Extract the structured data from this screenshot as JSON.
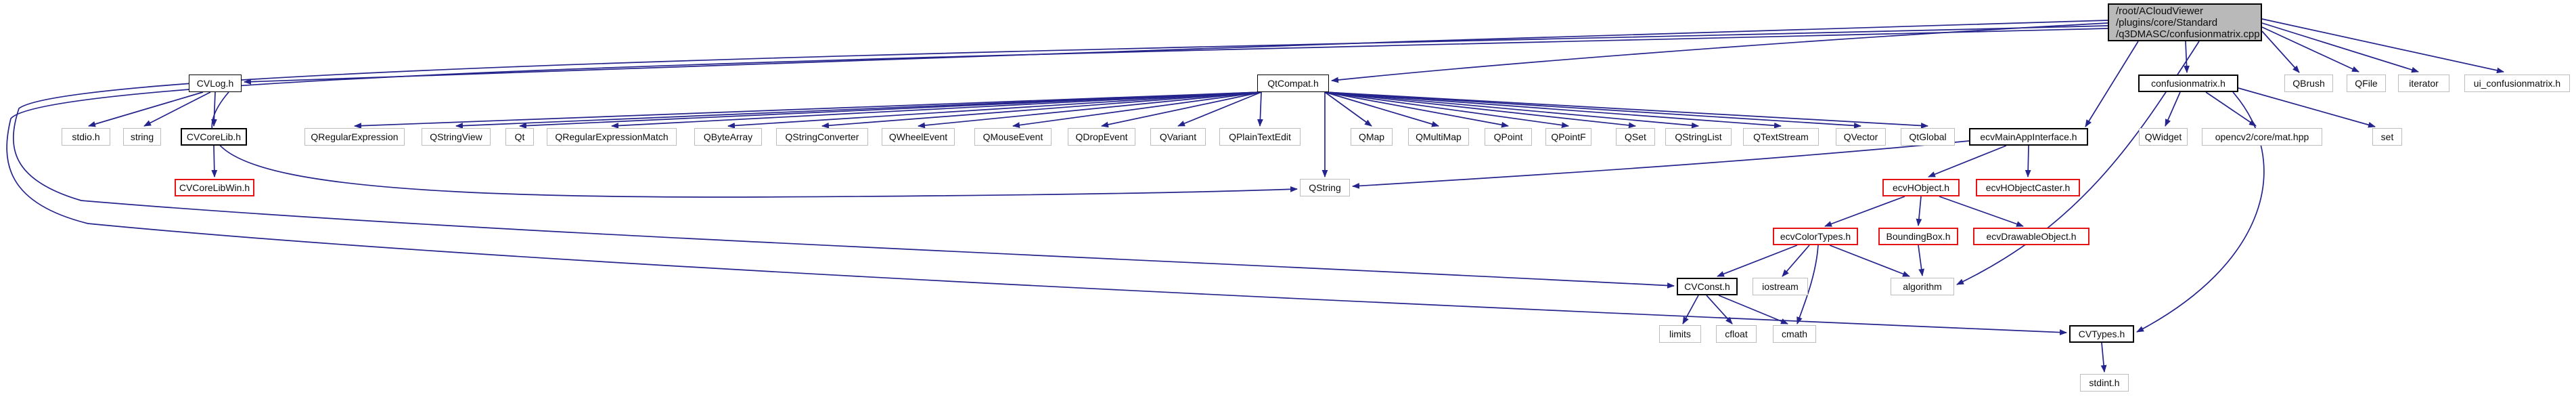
{
  "diagram": {
    "type": "include-dependency-graph",
    "colors": {
      "edge": "#24248c",
      "current_node_bg": "#b9b9b9",
      "truncated_border": "#e41414",
      "linked_border": "#000000",
      "plain_border": "#bdbdbd",
      "background": "#ffffff"
    },
    "main_node": {
      "id": "cpp",
      "lines": [
        "/root/ACloudViewer",
        "/plugins/core/Standard",
        "/q3DMASC/confusionmatrix.cpp"
      ]
    },
    "nodes": [
      {
        "id": "cvlog",
        "label": "CVLog.h",
        "style": "linked"
      },
      {
        "id": "qtcompat",
        "label": "QtCompat.h",
        "style": "linked"
      },
      {
        "id": "confh",
        "label": "confusionmatrix.h",
        "style": "linked-strong"
      },
      {
        "id": "qbrush",
        "label": "QBrush",
        "style": "plain"
      },
      {
        "id": "qfile",
        "label": "QFile",
        "style": "plain"
      },
      {
        "id": "iterator",
        "label": "iterator",
        "style": "plain"
      },
      {
        "id": "uiconf",
        "label": "ui_confusionmatrix.h",
        "style": "plain"
      },
      {
        "id": "stdio",
        "label": "stdio.h",
        "style": "plain"
      },
      {
        "id": "string",
        "label": "string",
        "style": "plain"
      },
      {
        "id": "cvcorelib",
        "label": "CVCoreLib.h",
        "style": "linked-strong"
      },
      {
        "id": "qregex",
        "label": "QRegularExpression",
        "style": "plain"
      },
      {
        "id": "qstringview",
        "label": "QStringView",
        "style": "plain"
      },
      {
        "id": "qt",
        "label": "Qt",
        "style": "plain"
      },
      {
        "id": "qregexmatch",
        "label": "QRegularExpressionMatch",
        "style": "plain"
      },
      {
        "id": "qbytearray",
        "label": "QByteArray",
        "style": "plain"
      },
      {
        "id": "qstringconverter",
        "label": "QStringConverter",
        "style": "plain"
      },
      {
        "id": "qwheelevent",
        "label": "QWheelEvent",
        "style": "plain"
      },
      {
        "id": "qmouseevent",
        "label": "QMouseEvent",
        "style": "plain"
      },
      {
        "id": "qdropevent",
        "label": "QDropEvent",
        "style": "plain"
      },
      {
        "id": "qvariant",
        "label": "QVariant",
        "style": "plain"
      },
      {
        "id": "qplaintextedit",
        "label": "QPlainTextEdit",
        "style": "plain"
      },
      {
        "id": "qmap",
        "label": "QMap",
        "style": "plain"
      },
      {
        "id": "qmultimap",
        "label": "QMultiMap",
        "style": "plain"
      },
      {
        "id": "qpoint",
        "label": "QPoint",
        "style": "plain"
      },
      {
        "id": "qpointf",
        "label": "QPointF",
        "style": "plain"
      },
      {
        "id": "qset",
        "label": "QSet",
        "style": "plain"
      },
      {
        "id": "qstringlist",
        "label": "QStringList",
        "style": "plain"
      },
      {
        "id": "qtextstream",
        "label": "QTextStream",
        "style": "plain"
      },
      {
        "id": "qvector",
        "label": "QVector",
        "style": "plain"
      },
      {
        "id": "qtglobal",
        "label": "QtGlobal",
        "style": "plain"
      },
      {
        "id": "ecvmainapp",
        "label": "ecvMainAppInterface.h",
        "style": "linked-strong"
      },
      {
        "id": "qwidget",
        "label": "QWidget",
        "style": "plain"
      },
      {
        "id": "opencv",
        "label": "opencv2/core/mat.hpp",
        "style": "plain"
      },
      {
        "id": "set",
        "label": "set",
        "style": "plain"
      },
      {
        "id": "cvcorelibwin",
        "label": "CVCoreLibWin.h",
        "style": "truncated"
      },
      {
        "id": "qstring",
        "label": "QString",
        "style": "plain"
      },
      {
        "id": "ecvhobject",
        "label": "ecvHObject.h",
        "style": "truncated"
      },
      {
        "id": "ecvhcaster",
        "label": "ecvHObjectCaster.h",
        "style": "truncated"
      },
      {
        "id": "ecvcolortypes",
        "label": "ecvColorTypes.h",
        "style": "truncated"
      },
      {
        "id": "boundingbox",
        "label": "BoundingBox.h",
        "style": "truncated"
      },
      {
        "id": "ecvdrawable",
        "label": "ecvDrawableObject.h",
        "style": "truncated"
      },
      {
        "id": "cvconst",
        "label": "CVConst.h",
        "style": "linked-strong"
      },
      {
        "id": "iostream",
        "label": "iostream",
        "style": "plain"
      },
      {
        "id": "algorithm",
        "label": "algorithm",
        "style": "plain"
      },
      {
        "id": "limits",
        "label": "limits",
        "style": "plain"
      },
      {
        "id": "cfloat",
        "label": "cfloat",
        "style": "plain"
      },
      {
        "id": "cmath",
        "label": "cmath",
        "style": "plain"
      },
      {
        "id": "cvtypes",
        "label": "CVTypes.h",
        "style": "linked-strong"
      },
      {
        "id": "stdint",
        "label": "stdint.h",
        "style": "plain"
      }
    ],
    "edges": [
      {
        "f": "cpp",
        "t": "confh"
      },
      {
        "f": "cpp",
        "t": "qbrush"
      },
      {
        "f": "cpp",
        "t": "qfile"
      },
      {
        "f": "cpp",
        "t": "iterator"
      },
      {
        "f": "cpp",
        "t": "uiconf"
      },
      {
        "f": "cpp",
        "t": "cvlog"
      },
      {
        "f": "cpp",
        "t": "qtcompat"
      },
      {
        "f": "cpp",
        "t": "ecvmainapp"
      },
      {
        "f": "cpp",
        "t": "cvconst"
      },
      {
        "f": "cpp",
        "t": "cvtypes"
      },
      {
        "f": "cpp",
        "t": "algorithm"
      },
      {
        "f": "confh",
        "t": "qwidget"
      },
      {
        "f": "confh",
        "t": "opencv"
      },
      {
        "f": "confh",
        "t": "set"
      },
      {
        "f": "confh",
        "t": "cvtypes"
      },
      {
        "f": "cvlog",
        "t": "stdio"
      },
      {
        "f": "cvlog",
        "t": "string"
      },
      {
        "f": "cvlog",
        "t": "cvcorelib"
      },
      {
        "f": "cvlog",
        "t": "qstring"
      },
      {
        "f": "cvcorelib",
        "t": "cvcorelibwin"
      },
      {
        "f": "qtcompat",
        "t": "qregex"
      },
      {
        "f": "qtcompat",
        "t": "qstringview"
      },
      {
        "f": "qtcompat",
        "t": "qt"
      },
      {
        "f": "qtcompat",
        "t": "qregexmatch"
      },
      {
        "f": "qtcompat",
        "t": "qbytearray"
      },
      {
        "f": "qtcompat",
        "t": "qstringconverter"
      },
      {
        "f": "qtcompat",
        "t": "qwheelevent"
      },
      {
        "f": "qtcompat",
        "t": "qmouseevent"
      },
      {
        "f": "qtcompat",
        "t": "qdropevent"
      },
      {
        "f": "qtcompat",
        "t": "qvariant"
      },
      {
        "f": "qtcompat",
        "t": "qplaintextedit"
      },
      {
        "f": "qtcompat",
        "t": "qmap"
      },
      {
        "f": "qtcompat",
        "t": "qmultimap"
      },
      {
        "f": "qtcompat",
        "t": "qpoint"
      },
      {
        "f": "qtcompat",
        "t": "qpointf"
      },
      {
        "f": "qtcompat",
        "t": "qset"
      },
      {
        "f": "qtcompat",
        "t": "qstringlist"
      },
      {
        "f": "qtcompat",
        "t": "qtextstream"
      },
      {
        "f": "qtcompat",
        "t": "qvector"
      },
      {
        "f": "qtcompat",
        "t": "qtglobal"
      },
      {
        "f": "qtcompat",
        "t": "qstring"
      },
      {
        "f": "ecvmainapp",
        "t": "ecvhobject"
      },
      {
        "f": "ecvmainapp",
        "t": "ecvhcaster"
      },
      {
        "f": "ecvmainapp",
        "t": "qstring"
      },
      {
        "f": "ecvhobject",
        "t": "ecvcolortypes"
      },
      {
        "f": "ecvhobject",
        "t": "boundingbox"
      },
      {
        "f": "ecvhobject",
        "t": "ecvdrawable"
      },
      {
        "f": "ecvcolortypes",
        "t": "cvconst"
      },
      {
        "f": "ecvcolortypes",
        "t": "iostream"
      },
      {
        "f": "ecvcolortypes",
        "t": "cmath"
      },
      {
        "f": "ecvcolortypes",
        "t": "algorithm"
      },
      {
        "f": "boundingbox",
        "t": "algorithm"
      },
      {
        "f": "cvconst",
        "t": "limits"
      },
      {
        "f": "cvconst",
        "t": "cfloat"
      },
      {
        "f": "cvconst",
        "t": "cmath"
      },
      {
        "f": "cvtypes",
        "t": "stdint"
      }
    ]
  }
}
